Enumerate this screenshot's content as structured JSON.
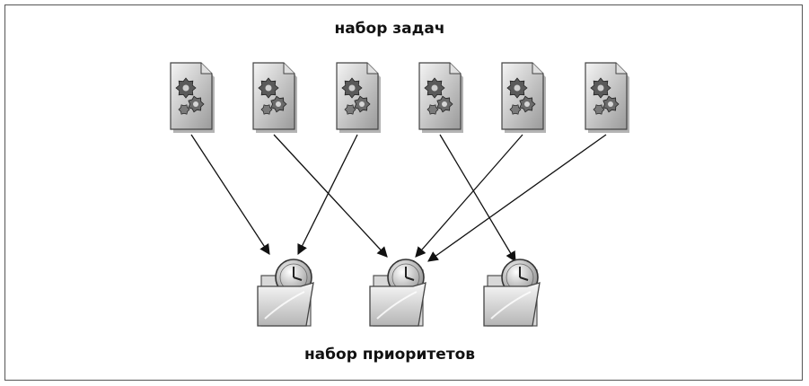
{
  "diagram": {
    "top_label": "набор задач",
    "bottom_label": "набор приоритетов",
    "tasks": [
      {
        "icon": "task-gears-document-icon"
      },
      {
        "icon": "task-gears-document-icon"
      },
      {
        "icon": "task-gears-document-icon"
      },
      {
        "icon": "task-gears-document-icon"
      },
      {
        "icon": "task-gears-document-icon"
      },
      {
        "icon": "task-gears-document-icon"
      }
    ],
    "priorities": [
      {
        "icon": "priority-clock-folder-icon"
      },
      {
        "icon": "priority-clock-folder-icon"
      },
      {
        "icon": "priority-clock-folder-icon"
      }
    ],
    "links": [
      {
        "from_task": 1,
        "to_priority": 1
      },
      {
        "from_task": 2,
        "to_priority": 2
      },
      {
        "from_task": 3,
        "to_priority": 1
      },
      {
        "from_task": 4,
        "to_priority": 3
      },
      {
        "from_task": 5,
        "to_priority": 2
      },
      {
        "from_task": 6,
        "to_priority": 2
      }
    ]
  }
}
